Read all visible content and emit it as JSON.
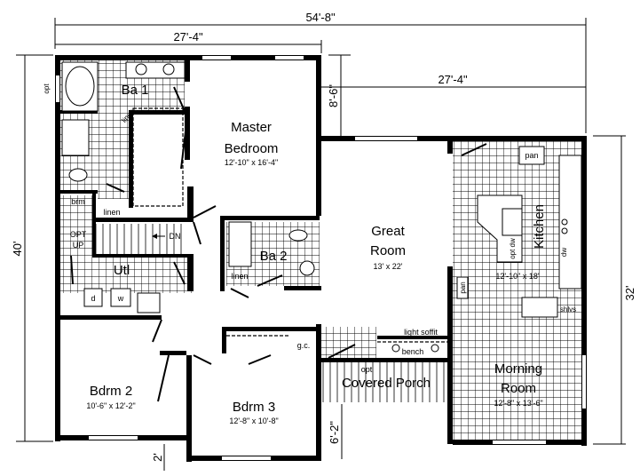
{
  "dimensions": {
    "overall_width": "54'-8\"",
    "left_wing_width": "27'-4\"",
    "right_wing_width": "27'-4\"",
    "offset_top": "8'-6\"",
    "overall_depth": "40'",
    "right_depth": "32'",
    "porch_depth": "6'-2\"",
    "bottom_offset": "2'"
  },
  "rooms": {
    "master": {
      "name_line1": "Master",
      "name_line2": "Bedroom",
      "size": "12'-10\" x 16'-4\""
    },
    "bath1": {
      "name": "Ba 1"
    },
    "bath2": {
      "name": "Ba 2"
    },
    "great": {
      "name_line1": "Great",
      "name_line2": "Room",
      "size": "13' x 22'"
    },
    "kitchen": {
      "name": "Kitchen",
      "size": "12'-10\" x 18'"
    },
    "morning": {
      "name_line1": "Morning",
      "name_line2": "Room",
      "size": "12'-8\" x 13'-6\""
    },
    "bdrm2": {
      "name": "Bdrm 2",
      "size": "10'-6\" x 12'-2\""
    },
    "bdrm3": {
      "name": "Bdrm 3",
      "size": "12'-8\" x 10'-8\""
    },
    "utility": {
      "name": "Utl"
    },
    "porch": {
      "name": "Covered Porch",
      "note": "opt"
    }
  },
  "labels": {
    "opt_window": "opt",
    "linen_ba1": "linen",
    "linen_hall": "linen",
    "linen_ba2": "linen",
    "broom": "brm",
    "opt_up_1": "OPT",
    "opt_up_2": "UP",
    "stairs_down": "DN",
    "dryer": "d",
    "washer": "w",
    "pantry_top": "pan",
    "pantry_side": "pan",
    "opt_dishwasher": "opt dw",
    "dishwasher": "dw",
    "shelves": "shlvs",
    "light_soffit": "light soffit",
    "bench": "bench",
    "guest_closet": "g.c."
  }
}
